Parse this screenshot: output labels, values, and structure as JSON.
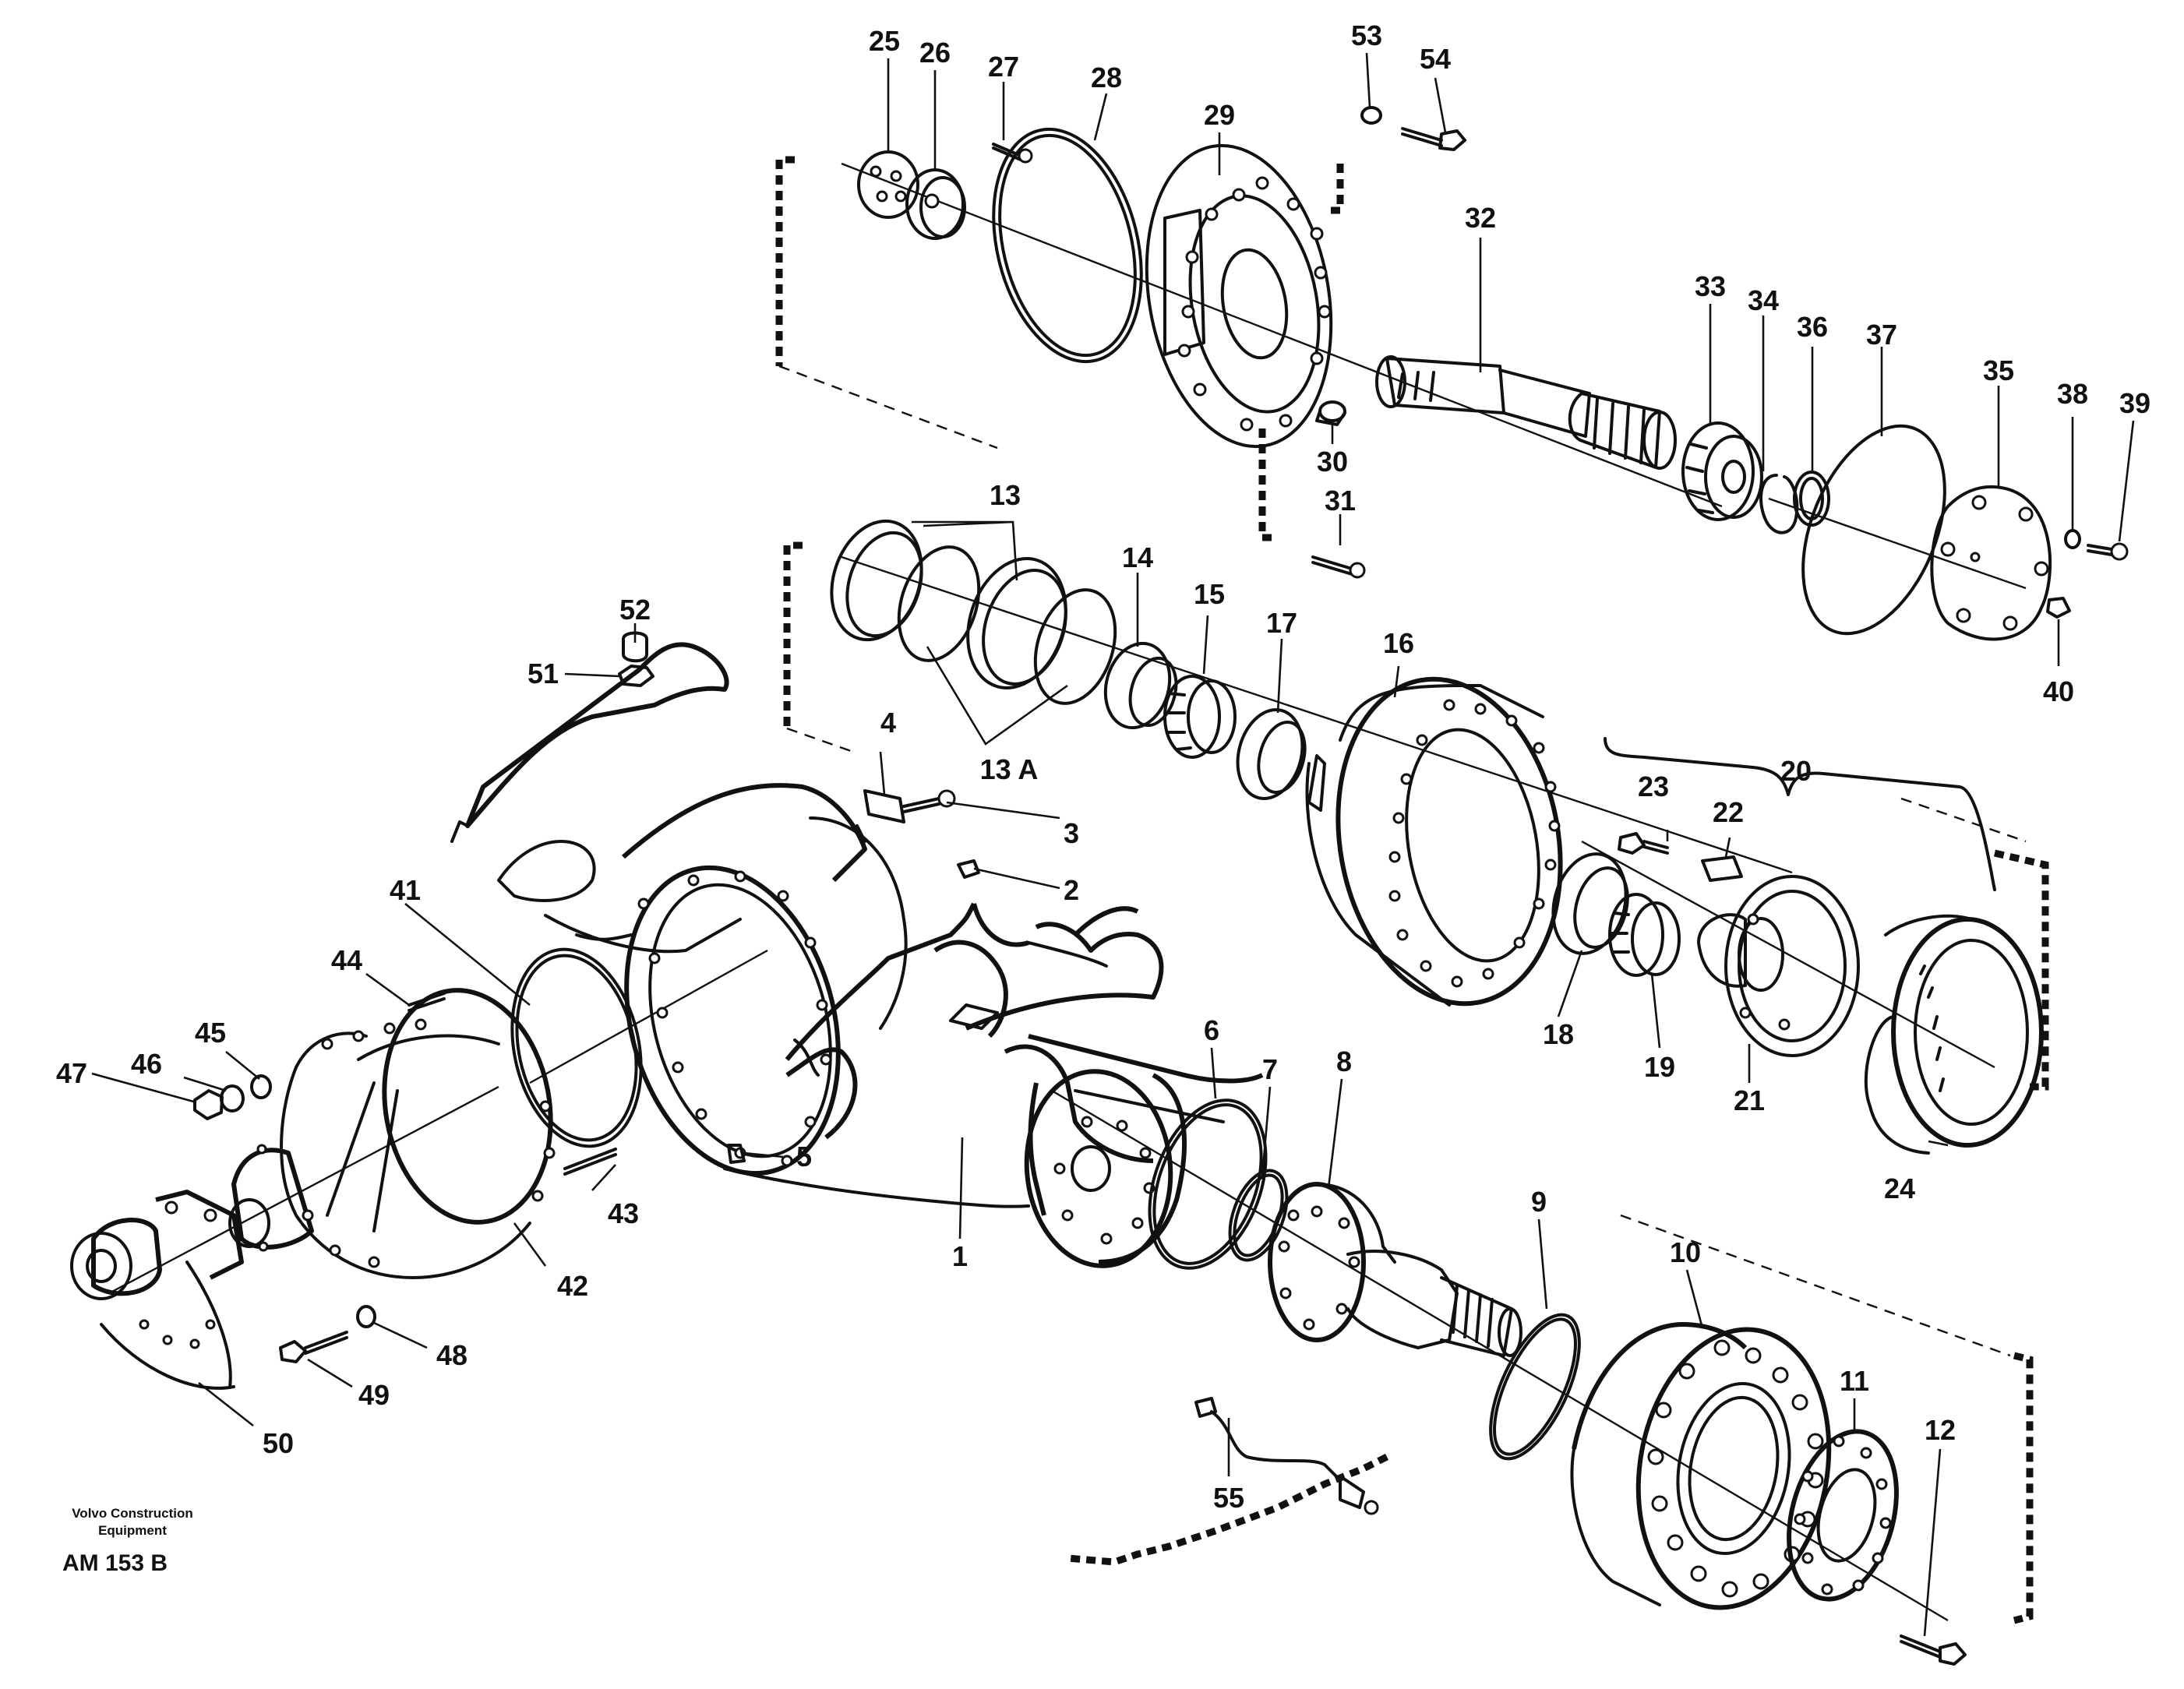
{
  "footer": {
    "publisher": "Volvo Construction\nEquipment",
    "drawing_code": "AM 153 B"
  },
  "callouts": {
    "c1": "1",
    "c2": "2",
    "c3": "3",
    "c4": "4",
    "c5": "5",
    "c6": "6",
    "c7": "7",
    "c8": "8",
    "c9": "9",
    "c10": "10",
    "c11": "11",
    "c12": "12",
    "c13": "13",
    "c13a": "13 A",
    "c14": "14",
    "c15": "15",
    "c16": "16",
    "c17": "17",
    "c18": "18",
    "c19": "19",
    "c20": "20",
    "c21": "21",
    "c22": "22",
    "c23": "23",
    "c24": "24",
    "c25": "25",
    "c26": "26",
    "c27": "27",
    "c28": "28",
    "c29": "29",
    "c30": "30",
    "c31": "31",
    "c32": "32",
    "c33": "33",
    "c34": "34",
    "c35": "35",
    "c36": "36",
    "c37": "37",
    "c38": "38",
    "c39": "39",
    "c40": "40",
    "c41": "41",
    "c42": "42",
    "c43": "43",
    "c44": "44",
    "c45": "45",
    "c46": "46",
    "c47": "47",
    "c48": "48",
    "c49": "49",
    "c50": "50",
    "c51": "51",
    "c52": "52",
    "c53": "53",
    "c54": "54",
    "c55": "55"
  }
}
